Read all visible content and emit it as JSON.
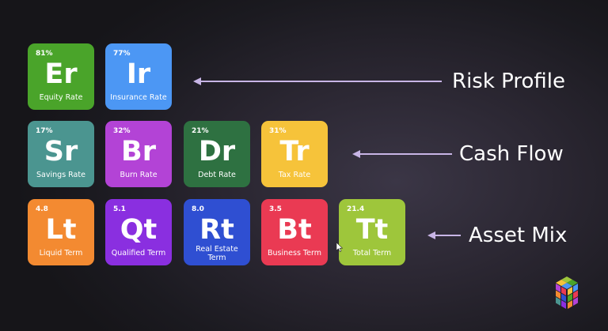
{
  "rows": [
    {
      "label": "Risk Profile",
      "tiles": [
        {
          "value": "81%",
          "symbol": "Er",
          "label": "Equity Rate",
          "color": "#4aa42a"
        },
        {
          "value": "77%",
          "symbol": "Ir",
          "label": "Insurance Rate",
          "color": "#4c97f4"
        }
      ]
    },
    {
      "label": "Cash Flow",
      "tiles": [
        {
          "value": "17%",
          "symbol": "Sr",
          "label": "Savings Rate",
          "color": "#4b9590"
        },
        {
          "value": "32%",
          "symbol": "Br",
          "label": "Burn Rate",
          "color": "#b343d6"
        },
        {
          "value": "21%",
          "symbol": "Dr",
          "label": "Debt Rate",
          "color": "#2e7141"
        },
        {
          "value": "31%",
          "symbol": "Tr",
          "label": "Tax Rate",
          "color": "#f6c33a"
        }
      ]
    },
    {
      "label": "Asset Mix",
      "tiles": [
        {
          "value": "4.8",
          "symbol": "Lt",
          "label": "Liquid Term",
          "color": "#f38a31"
        },
        {
          "value": "5.1",
          "symbol": "Qt",
          "label": "Qualified Term",
          "color": "#8a2fe0"
        },
        {
          "value": "8.0",
          "symbol": "Rt",
          "label": "Real Estate Term",
          "color": "#2f4fd2"
        },
        {
          "value": "3.5",
          "symbol": "Bt",
          "label": "Business Term",
          "color": "#ea3a53"
        },
        {
          "value": "21.4",
          "symbol": "Tt",
          "label": "Total Term",
          "color": "#9ec63b"
        }
      ]
    }
  ],
  "colors": {
    "arrow": "#c8b5e6",
    "text": "#ffffff"
  },
  "icons": {
    "logo": "rubiks-cube-logo-icon",
    "cursor": "mouse-pointer-icon"
  }
}
